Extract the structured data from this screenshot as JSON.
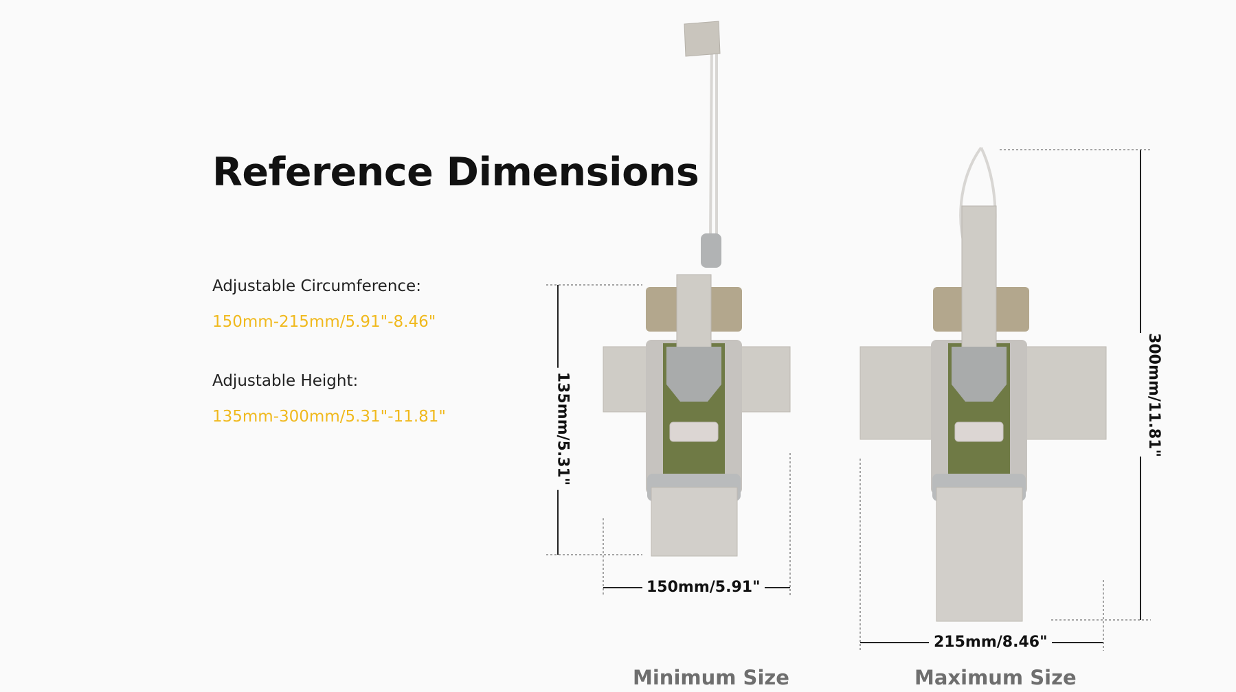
{
  "header": {
    "title": "Reference Dimensions"
  },
  "specs": [
    {
      "label": "Adjustable Circumference:",
      "value": "150mm-215mm/5.91\"-8.46\""
    },
    {
      "label": "Adjustable Height:",
      "value": "135mm-300mm/5.31\"-11.81\""
    }
  ],
  "min_view": {
    "height_label": "135mm/5.31\"",
    "width_label": "150mm/5.91\"",
    "caption": "Minimum Size"
  },
  "max_view": {
    "height_label": "300mm/11.81\"",
    "width_label": "215mm/8.46\"",
    "caption": "Maximum Size"
  },
  "colors": {
    "accent": "#f0b91d",
    "webbing": "#cfccc6",
    "olive": "#6f7a45",
    "tan": "#b3a78d",
    "buckle": "#a9abab"
  }
}
